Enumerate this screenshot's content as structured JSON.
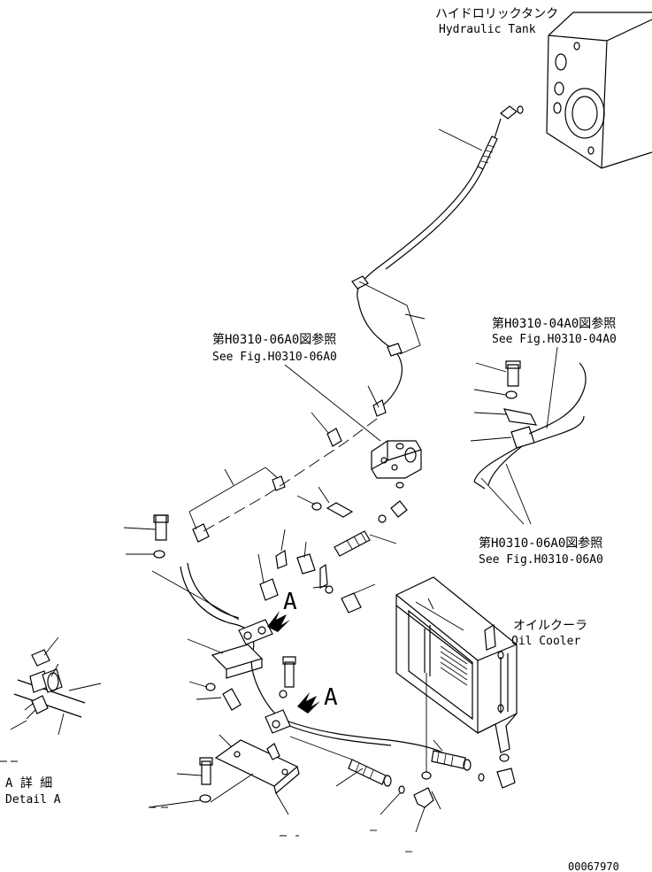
{
  "labels": {
    "hydraulic_tank_jp": "ハイドロリックタンク",
    "hydraulic_tank_en": "Hydraulic Tank",
    "see_06a0_top_jp": "第H0310-06A0図参照",
    "see_06a0_top_en": "See Fig.H0310-06A0",
    "see_04a0_jp": "第H0310-04A0図参照",
    "see_04a0_en": "See Fig.H0310-04A0",
    "see_06a0_right_jp": "第H0310-06A0図参照",
    "see_06a0_right_en": "See Fig.H0310-06A0",
    "oil_cooler_jp": "オイルクーラ",
    "oil_cooler_en": "Oil Cooler",
    "view_a_1": "A",
    "view_a_2": "A",
    "detail_a_jp": "A 詳 細",
    "detail_a_en": "Detail A",
    "drawing_number": "00067970"
  }
}
